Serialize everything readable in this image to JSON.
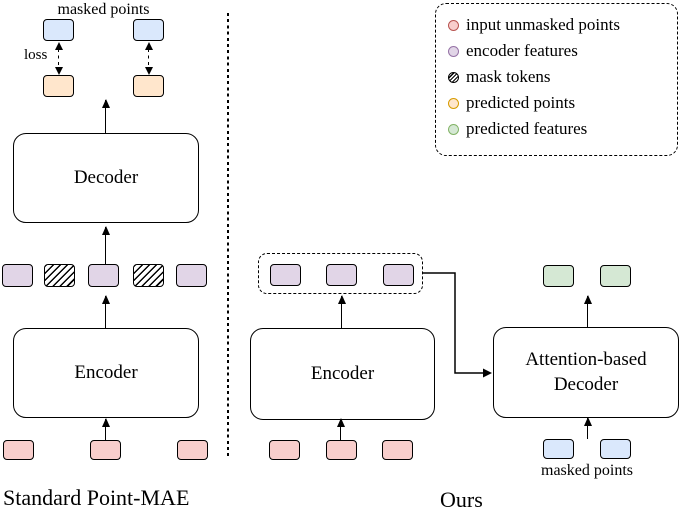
{
  "left_panel": {
    "caption": "Standard Point-MAE",
    "masked_points_label": "masked points",
    "loss_label": "loss",
    "decoder_label": "Decoder",
    "encoder_label": "Encoder"
  },
  "right_panel": {
    "caption": "Ours",
    "encoder_label": "Encoder",
    "attention_decoder_line1": "Attention-based",
    "attention_decoder_line2": "Decoder",
    "masked_points_label": "masked points"
  },
  "legend": {
    "items": [
      {
        "label": "input unmasked points",
        "fill": "#f8cecc",
        "border": "#b85450"
      },
      {
        "label": "encoder features",
        "fill": "#e1d5e7",
        "border": "#9673a6"
      },
      {
        "label": "mask tokens",
        "fill": "hatched",
        "border": "#000000"
      },
      {
        "label": "predicted points",
        "fill": "#ffe6cc",
        "border": "#d79b00"
      },
      {
        "label": "predicted features",
        "fill": "#d5e8d4",
        "border": "#82b366"
      }
    ]
  },
  "colors": {
    "input_unmasked_points": "#f8cecc",
    "encoder_features": "#e1d5e7",
    "predicted_points": "#ffe6cc",
    "predicted_features": "#d5e8d4",
    "masked_points": "#dae8fc",
    "box_border": "#000000",
    "background": "#ffffff"
  }
}
